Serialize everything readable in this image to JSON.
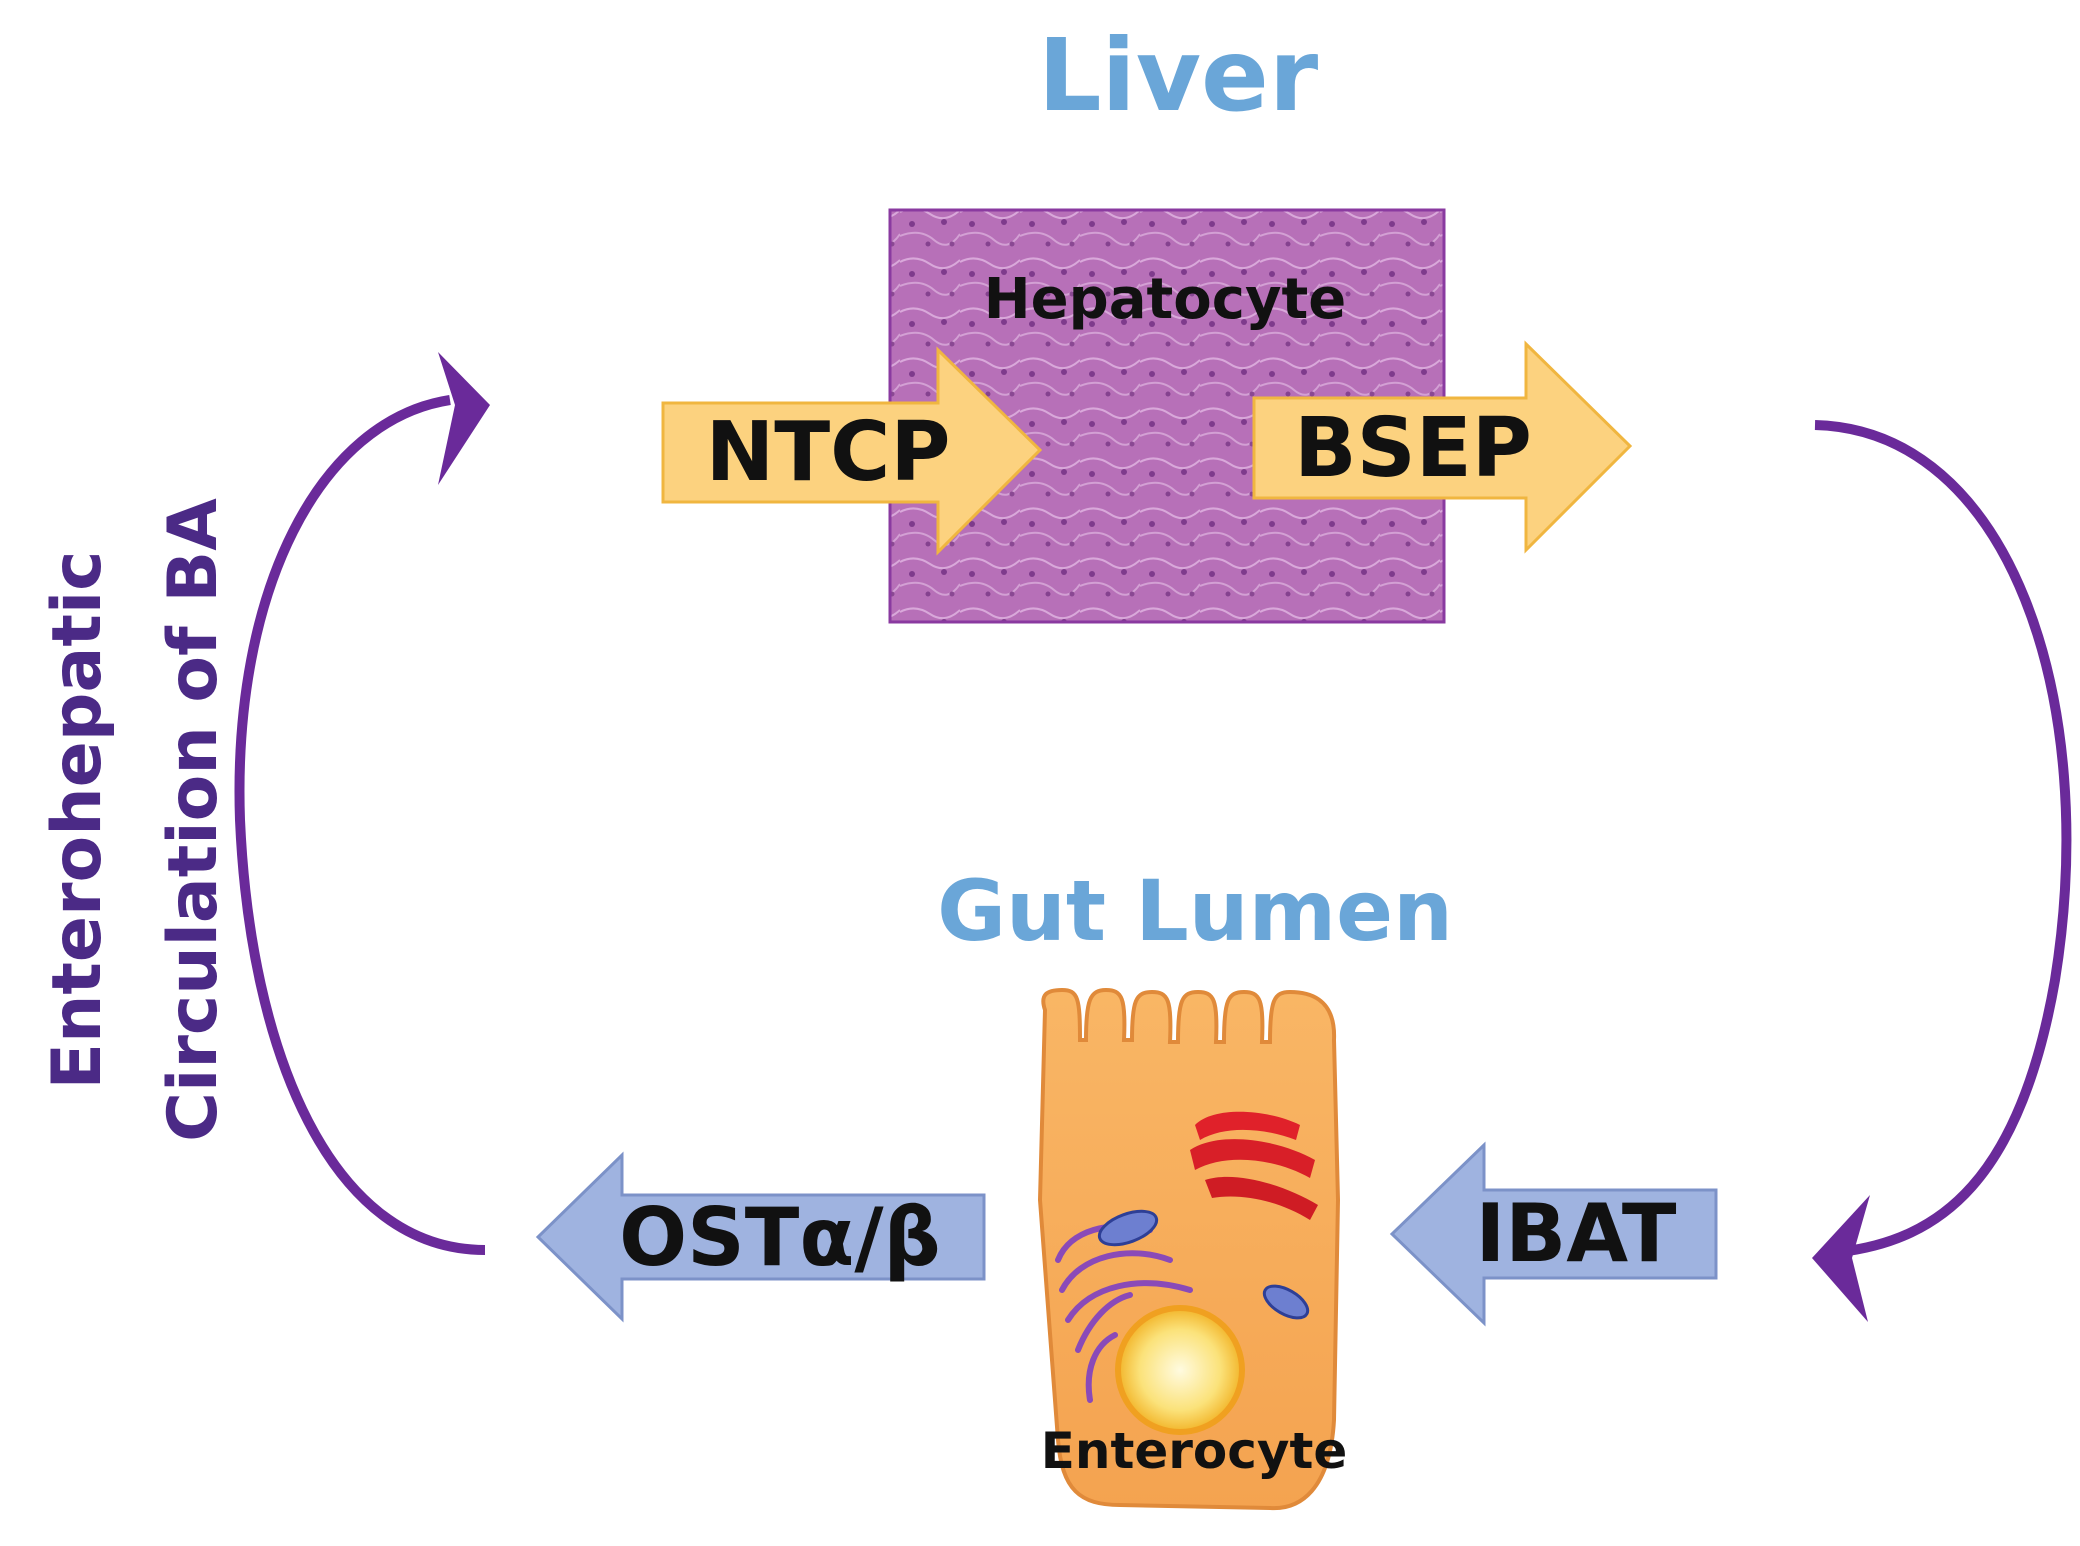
{
  "titles": {
    "liver": "Liver",
    "gut_lumen": "Gut Lumen"
  },
  "cells": {
    "hepatocyte": "Hepatocyte",
    "enterocyte": "Enterocyte"
  },
  "transporters": {
    "ntcp": "NTCP",
    "bsep": "BSEP",
    "ibat": "IBAT",
    "ost": "OSTα/β"
  },
  "side_label": {
    "line1": "Enterohepatic",
    "line2": "Circulation of BA"
  },
  "colors": {
    "title_blue": "#6aa6d8",
    "cycle_purple": "#6a2a9a",
    "side_text_purple": "#4b2a86",
    "hepatocyte_fill": "#b86ab8",
    "export_arrow_fill": "#fcd27f",
    "import_arrow_fill": "#9fb3e0",
    "enterocyte_fill": "#f7ad5c"
  },
  "icons": {
    "cycle": "curved-arrow",
    "transport": "block-arrow"
  }
}
